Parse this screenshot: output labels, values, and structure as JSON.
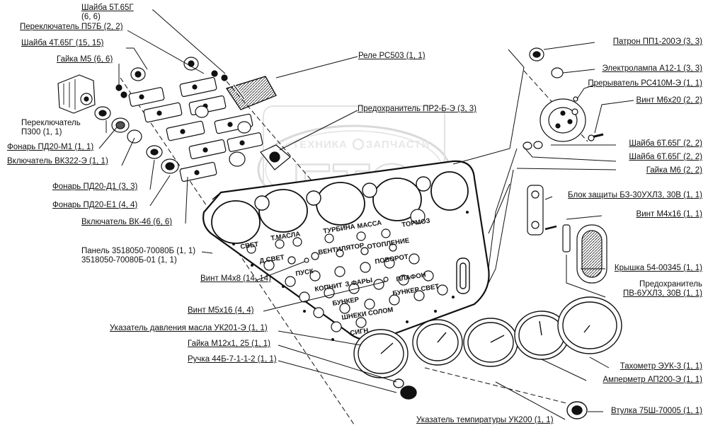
{
  "watermark": {
    "line1": "ТЕХНИКА",
    "line2": "ЗАПЧАСТИ",
    "logo_text": "ЕТО"
  },
  "labels": {
    "shaiba_5t": "Шайба 5Т.65Г",
    "shaiba_5t_qty": "(6, 6)",
    "perekl_p57b": "Переключатель П57Б (2, 2)",
    "shaiba_4t": "Шайба 4Т.65Г (15, 15)",
    "gaika_m5": "Гайка М5 (6, 6)",
    "perekl_p300_1": "Переключатель",
    "perekl_p300_2": "П300 (1, 1)",
    "fonar_pd20m1": "Фонарь ПД20-М1 (1, 1)",
    "vkl_vk322": "Включатель ВК322-Э (1, 1)",
    "fonar_pd20d1": "Фонарь ПД20-Д1 (3, 3)",
    "fonar_pd20e1": "Фонарь ПД20-Е1 (4, 4)",
    "vkl_vk46": "Включатель ВК-46 (6, 6)",
    "rele_rs503": "Реле РС503 (1, 1)",
    "predokhr_pr2": "Предохранитель ПР2-Б-Э (3, 3)",
    "panel_1": "Панель 3518050-70080Б (1, 1)",
    "panel_2": "3518050-70080Б-01 (1, 1)",
    "vint_m4x8": "Винт М4х8 (14, 14)",
    "vint_m5x16": "Винт М5х16 (4, 4)",
    "ukaz_uk201": "Указатель давления масла УК201-Э (1, 1)",
    "gaika_m12": "Гайка М12х1, 25 (1, 1)",
    "ruchka": "Ручка 44Б-7-1-1-2 (1, 1)",
    "ukaz_uk200": "Указатель темпиратуры УК200 (1, 1)",
    "patron_pp1": "Патрон ПП1-200Э (3, 3)",
    "elektrolampa": "Электролампа А12-1 (3, 3)",
    "preryvatel": "Прерыватель РС410М-Э (1, 1)",
    "vint_m6x20": "Винт М6х20 (2, 2)",
    "shaiba_6t_1": "Шайба 6Т.65Г (2, 2)",
    "shaiba_6t_2": "Шайба 6Т.65Г (2, 2)",
    "gaika_m6": "Гайка М6 (2, 2)",
    "blok_zashity": "Блок защиты БЗ-30УХЛ3, 30В (1, 1)",
    "vint_m4x16": "Винт М4х16 (1, 1)",
    "kryshka": "Крышка 54-00345 (1, 1)",
    "predokhr_pv6_1": "Предохранитель",
    "predokhr_pv6_2": "ПВ-6УХЛ3, 30В (1, 1)",
    "takhometr": "Тахометр ЭУК-3 (1, 1)",
    "ampermetr": "Амперметр АП200-Э (1, 1)",
    "vtulka": "Втулка 75Ш-70005 (1, 1)"
  },
  "panel_text": {
    "svet": "СВЕТ",
    "t_masla": "Т.МАСЛА",
    "turbina": "ТУРБИНА",
    "massa": "МАССА",
    "tormoz": "ТОРМОЗ",
    "d_svet": "Д.СВЕТ",
    "ventilyator": "ВЕНТИЛЯТОР",
    "otoplenie": "ОТОПЛЕНИЕ",
    "pusk": "ПУСК",
    "povorot": "ПОВОРОТ",
    "kopnit": "КОПНИТ",
    "z_fary": "З.ФАРЫ",
    "plafon": "ПЛАФОН",
    "bunker": "БУНКЕР",
    "bunker_svet": "БУНКЕР СВЕТ",
    "shneki_solom": "ШНЕКИ СОЛОМ",
    "sign": "СИГН"
  }
}
